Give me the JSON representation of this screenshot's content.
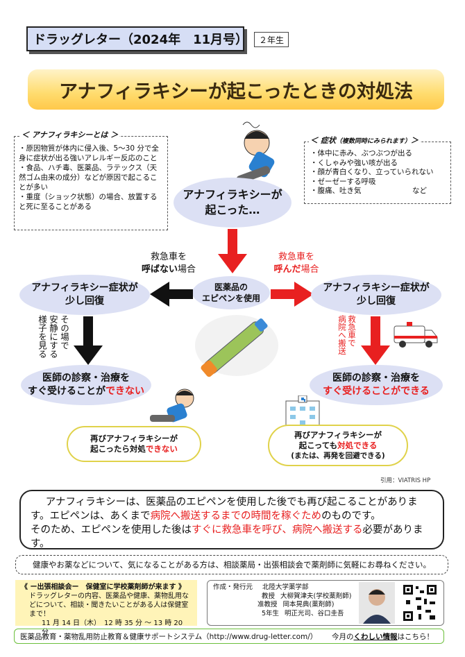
{
  "header": {
    "title": "ドラッグレター（2024年　11月号）",
    "grade": "２年生"
  },
  "banner": {
    "title": "アナフィラキシーが起こったときの対処法"
  },
  "definition": {
    "title": "＜ アナフィラキシーとは ＞",
    "items": [
      "・原因物質が体内に侵入後、5～30 分で全身に症状が出る強いアレルギー反応のこと",
      "・食品、ハチ毒、医薬品、ラテックス（天然ゴム由来の成分）などが原因で起こることが多い",
      "・重度（ショック状態）の場合、放置すると死に至ることがある"
    ]
  },
  "symptoms": {
    "title": "＜ 症状",
    "title_note": "（複数同時にみられます）",
    "title_end": "＞",
    "items": [
      "・体中に赤み、ぶつぶつが出る",
      "・くしゃみや強い咳が出る",
      "・顔が青白くなり、立っていられない",
      "・ゼーゼーする呼吸",
      "・腹痛、吐き気　　　　　　　など"
    ]
  },
  "flow": {
    "occurred": {
      "line1": "アナフィラキシーが",
      "line2": "起こった…"
    },
    "epipen": {
      "line1": "医薬品の",
      "line2": "エピペンを使用"
    },
    "no_call": {
      "line1": "救急車を",
      "line2_bold": "呼ばない",
      "line2_rest": "場合"
    },
    "call": {
      "line1": "救急車を",
      "line2_bold": "呼んだ",
      "line2_rest": "場合"
    },
    "recover_left": {
      "line1": "アナフィラキシー症状が",
      "line2": "少し回復"
    },
    "recover_right": {
      "line1": "アナフィラキシー症状が",
      "line2": "少し回復"
    },
    "stay_note": {
      "col1": "その場で",
      "col2": "安静にする",
      "col3": "様子を見る"
    },
    "transport_note": {
      "col1": "救急車で",
      "col2": "病院へ搬送"
    },
    "doctor_left": {
      "line1": "医師の診察・治療を",
      "line2_a": "すぐ受けることが",
      "line2_b": "できない"
    },
    "doctor_right": {
      "line1": "医師の診察・治療を",
      "line2": "すぐ受けることができる"
    },
    "cloud_left": {
      "line1": "再びアナフィラキシーが",
      "line2_a": "起こったら対処",
      "line2_b": "できない"
    },
    "cloud_right": {
      "line1": "再びアナフィラキシーが",
      "line2_a": "起こっても",
      "line2_b": "対処できる",
      "line3": "(または、再発を回避できる)"
    }
  },
  "citation": "引用：VIATRIS HP",
  "note": {
    "p1": "アナフィラキシーは、医薬品のエピペンを使用した後でも再び起こることがあります。エピペンは、あくまで",
    "p1_red": "病院へ搬送するまでの時間を稼ぐため",
    "p1_end": "のものです。",
    "p2": "そのため、エピペンを使用した後は",
    "p2_red1": "すぐに救急車を呼び、病院へ搬送する",
    "p2_end": "必要があります。"
  },
  "advice": "健康やお薬などについて、気になることがある方は、相談薬局・出張相談会で薬剤師に気軽にお尋ねください。",
  "consult": {
    "title": "《 ー出張相談会ー　保健室に学校薬剤師が来ます 》",
    "body": "ドラッグレターの内容、医薬品や健康、薬物乱用などについて、相談・聞きたいことがある人は保健室まで！",
    "schedule": "11 月 14 日（木）　12 時 35 分 ～ 13 時 20 分"
  },
  "credits": {
    "publisher_label": "作成・発行元",
    "publisher": "北陸大学薬学部",
    "rows": [
      {
        "role": "教授",
        "names": "大柳賀津夫(学校薬剤師)"
      },
      {
        "role": "准教授",
        "names": "岡本晃典(薬剤師)"
      },
      {
        "role": "5年生",
        "names": "明正光司、谷口圭吾"
      }
    ]
  },
  "footer": {
    "system": "医薬品教育・薬物乱用防止教育＆健康サポートシステム（http://www.drug-letter.com/）",
    "more_prefix": "今月の",
    "more_link": "くわしい情報",
    "more_suffix": "はこちら！"
  },
  "colors": {
    "accent_red": "#e82020",
    "ellipse": "#dce0f4",
    "banner": "#ffd660",
    "footer_border": "#6bbf3b"
  }
}
